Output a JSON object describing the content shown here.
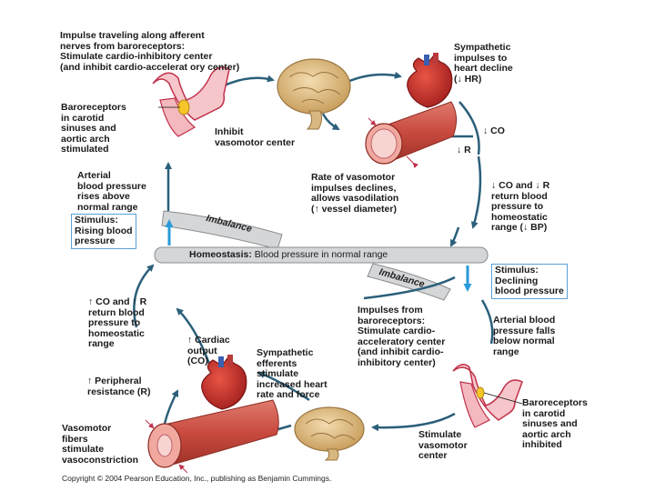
{
  "labels": {
    "top_impulse": [
      "Impulse traveling along afferent",
      "nerves from baroreceptors:",
      "Stimulate cardio-inhibitory center",
      "(and inhibit cardio-accelerat ory center)"
    ],
    "sympathetic_decline": [
      "Sympathetic",
      "impulses to",
      "heart decline",
      "(↓ HR)"
    ],
    "baroreceptors_stimulated": [
      "Baroreceptors",
      "in carotid",
      "sinuses and",
      "aortic arch",
      "stimulated"
    ],
    "inhibit_vasomotor": [
      "Inhibit",
      "vasomotor center"
    ],
    "down_co": "↓ CO",
    "down_r": "↓ R",
    "vasodilation": [
      "Rate of vasomotor",
      "impulses declines,",
      "allows vasodilation",
      "(↑ vessel diameter)"
    ],
    "arterial_rises": [
      "Arterial",
      "blood pressure",
      "rises above",
      "normal range"
    ],
    "co_r_return_down": [
      "↓ CO and ↓ R",
      "return blood",
      "pressure to",
      "homeostatic",
      "range (↓ BP)"
    ],
    "stimulus_rising": [
      "Stimulus:",
      "Rising blood",
      "pressure"
    ],
    "imbalance_top": "Imbalance",
    "homeostasis_bold": "Homeostasis:",
    "homeostasis_rest": " Blood pressure in normal range",
    "imbalance_bottom": "Imbalance",
    "stimulus_declining": [
      "Stimulus:",
      "Declining",
      "blood pressure"
    ],
    "co_r_return_up": [
      "↑ CO and ↑ R",
      "return blood",
      "pressure to",
      "homeostatic",
      "range"
    ],
    "impulses_baro": [
      "Impulses from",
      "baroreceptors:",
      "Stimulate cardio-",
      "acceleratory center",
      "(and inhibit cardio-",
      "inhibitory center)"
    ],
    "arterial_falls": [
      "Arterial blood",
      "pressure falls",
      "below normal",
      "range"
    ],
    "cardiac_output": [
      "↑ Cardiac",
      "output",
      "(CO)"
    ],
    "sympathetic_efferents": [
      "Sympathetic",
      "efferents",
      "stimulate",
      "increased heart",
      "rate and force"
    ],
    "peripheral_resistance": [
      "↑ Peripheral",
      "resistance (R)"
    ],
    "baroreceptors_inhibited": [
      "Baroreceptors",
      "in carotid",
      "sinuses and",
      "aortic arch",
      "inhibited"
    ],
    "vasomotor_fibers": [
      "Vasomotor",
      "fibers",
      "stimulate",
      "vasoconstriction"
    ],
    "stimulate_vasomotor": [
      "Stimulate",
      "vasomotor",
      "center"
    ]
  },
  "copyright": "Copyright © 2004 Pearson Education, Inc., publishing as Benjamin Cummings.",
  "colors": {
    "arrow": "#2b5f7a",
    "stimulus_border": "#5aa0d8",
    "stimulus_arrow": "#2a9ad8",
    "band_fill": "#d4d6d8",
    "vessel": "#c94a3e",
    "brain": "#e3c58f",
    "heart": "#c62828"
  },
  "icons": [
    "brain-icon",
    "heart-icon",
    "blood-vessel-icon",
    "carotid-artery-icon"
  ]
}
